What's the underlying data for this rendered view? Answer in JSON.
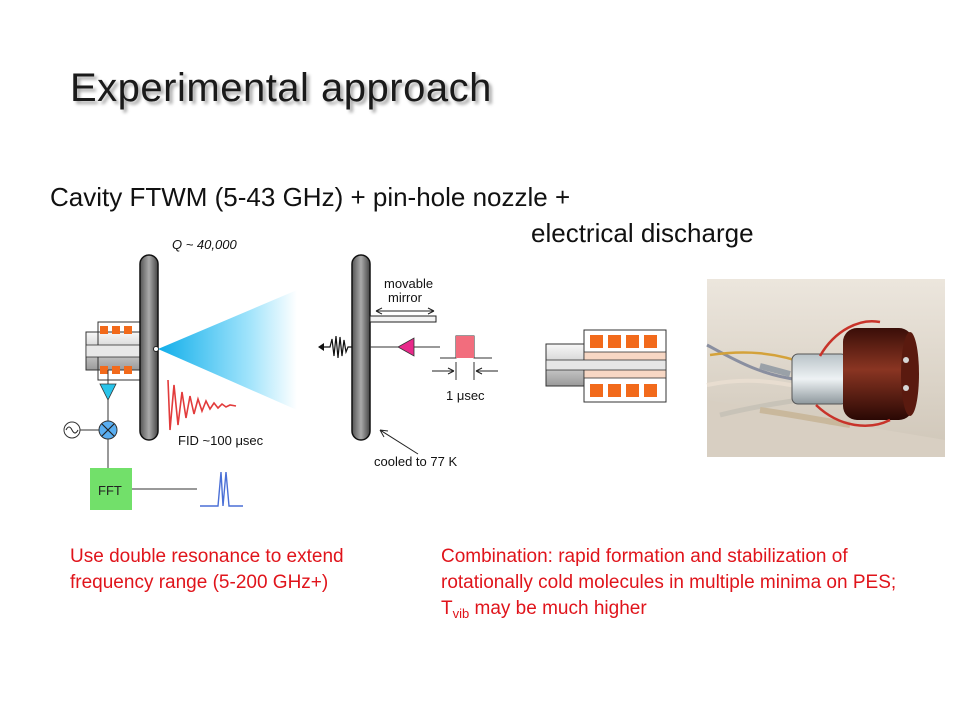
{
  "slide": {
    "title": "Experimental approach",
    "subtitle_line1": "Cavity FTWM (5-43 GHz) + pin-hole nozzle +",
    "subtitle_line2": "electrical discharge"
  },
  "diagram": {
    "q_label": "Q ~ 40,000",
    "movable_mirror_label_1": "movable",
    "movable_mirror_label_2": "mirror",
    "pulse_label": "1 μsec",
    "fid_label": "FID ~100 μsec",
    "cooled_label": "cooled to 77 K",
    "fft_label": "FFT"
  },
  "notes": {
    "left": "Use double resonance to extend frequency range (5-200 GHz+)",
    "right_part1": "Combination: rapid formation and stabilization of rotationally cold molecules in multiple minima on PES; T",
    "right_sub": "vib",
    "right_part2": " may be much higher"
  },
  "colors": {
    "note_red": "#e0141b",
    "beam_cyan": "#1ab4ee",
    "nozzle_orange": "#f26a1b",
    "amp_cyan": "#29c4ea",
    "amp_magenta": "#e8298a",
    "fft_green": "#72e06a",
    "pulse_pink": "#f26d7d"
  }
}
